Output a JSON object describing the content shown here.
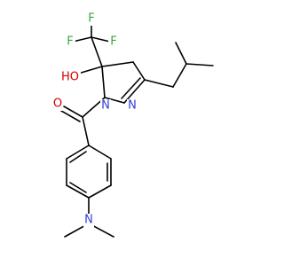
{
  "atoms": {
    "f_top": "F",
    "f_left": "F",
    "f_right": "F",
    "oh_label": "HO",
    "n1": "N",
    "n2": "N",
    "carbonyl_o": "O",
    "amine_n": "N"
  },
  "colors": {
    "fluorine": "#3aa63a",
    "nitrogen": "#2e3fd6",
    "oxygen": "#d40000",
    "carbon_bond": "#000000",
    "background": "#ffffff"
  }
}
